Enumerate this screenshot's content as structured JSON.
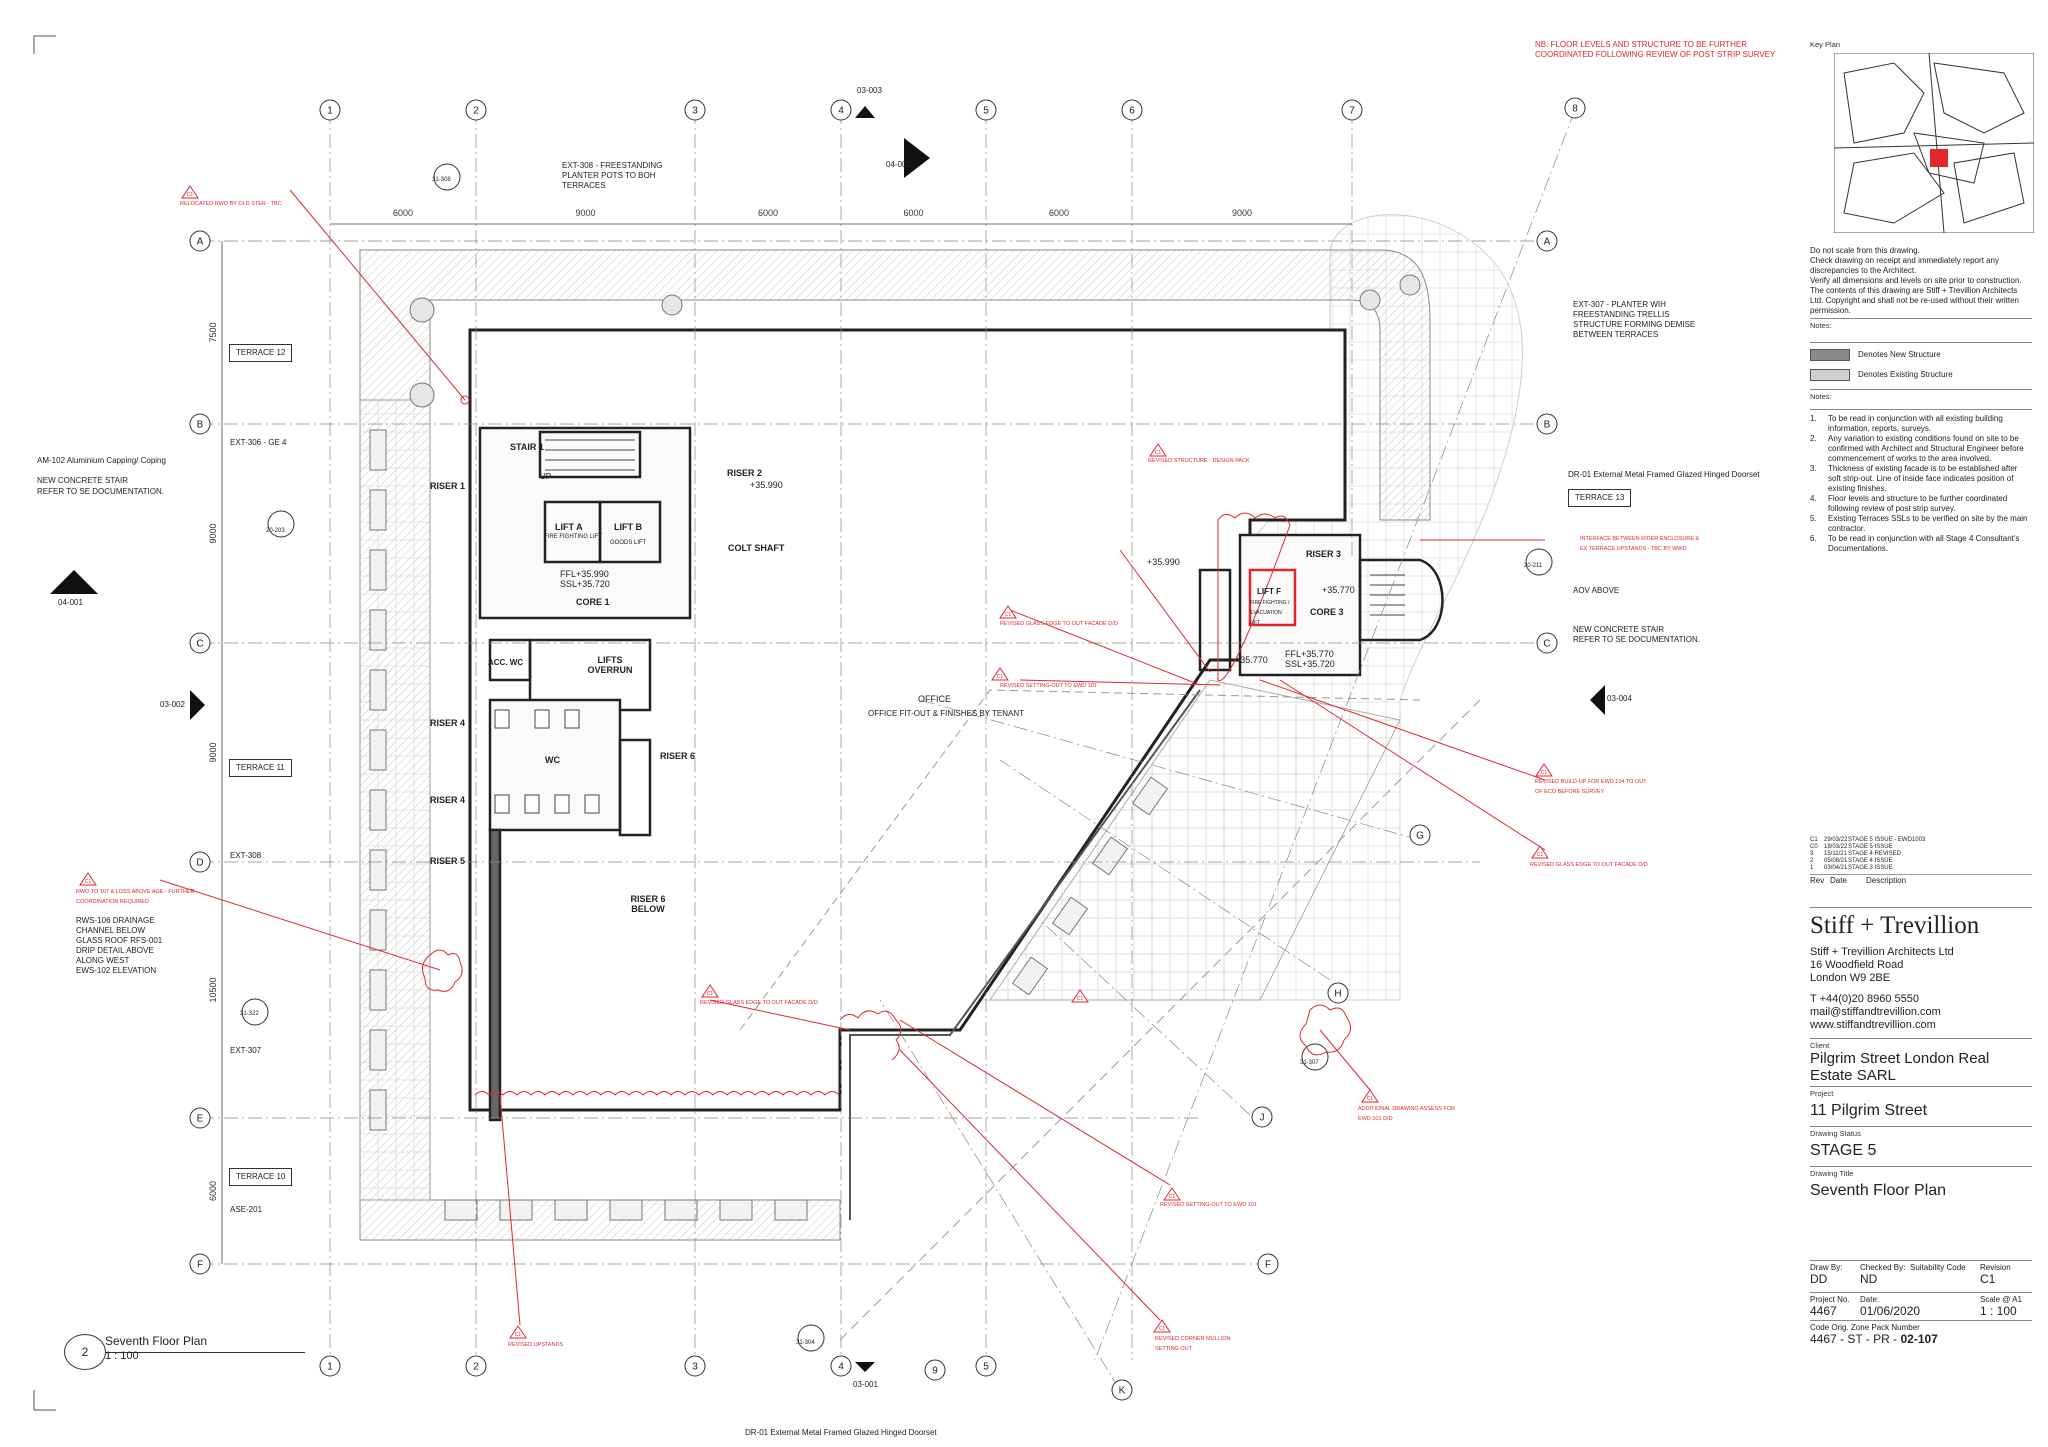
{
  "header_note": [
    "NB: FLOOR LEVELS AND STRUCTURE TO BE FURTHER",
    "COORDINATED FOLLOWING REVIEW OF POST STRIP SURVEY"
  ],
  "grid": {
    "numbers": [
      "1",
      "2",
      "3",
      "4",
      "5",
      "6",
      "7",
      "8",
      "9"
    ],
    "letters": [
      "A",
      "B",
      "C",
      "D",
      "E",
      "F",
      "G",
      "H",
      "J",
      "K"
    ],
    "dims_top": [
      "6000",
      "9000",
      "6000",
      "6000",
      "6000",
      "9000"
    ],
    "dims_left": [
      "7500",
      "9000",
      "9000",
      "10500",
      "6000"
    ]
  },
  "rooms": {
    "stair1": "STAIR 1",
    "riser1": "RISER 1",
    "riser2": "RISER 2",
    "lifta": "LIFT A",
    "liftb": "LIFT B",
    "fire_lift": "FIRE FIGHTING LIFT",
    "goods_lift": "GOODS LIFT",
    "core1": "CORE 1",
    "ffl1": "FFL+35.990",
    "ssl1": "SSL+35.720",
    "colt": "COLT SHAFT",
    "lifts_overrun": "LIFTS OVERRUN",
    "acc_wc": "ACC. WC",
    "riser4": "RISER 4",
    "riser4b": "RISER 4",
    "riser5": "RISER 5",
    "riser6": "RISER 6",
    "riser6_below": "RISER 6 BELOW",
    "wc": "WC",
    "office": "OFFICE",
    "office_sub": "OFFICE FIT-OUT & FINISHES BY TENANT",
    "riser3": "RISER 3",
    "liftf": "LIFT F",
    "liftf_sub": "FIRE FIGHTING / EVACUATION LIFT",
    "core3": "CORE 3",
    "ffl3": "FFL+35.770",
    "ssl3": "SSL+35.720",
    "lvl_35990": "+35.990",
    "lvl_35990b": "+35.990",
    "lvl_35770": "+35.770",
    "lvl_35770b": "+35.770",
    "up": "UP"
  },
  "terraces": [
    "TERRACE 12",
    "TERRACE 11",
    "TERRACE 10",
    "TERRACE 13"
  ],
  "callouts_left": {
    "ext306": "EXT-306 - GE 4",
    "am102": "AM-102  Aluminium Capping/ Coping",
    "stair_a": "NEW CONCRETE STAIR",
    "stair_b": "REFER TO SE DOCUMENTATION.",
    "ext308": "EXT-308",
    "rws": [
      "RWS-106 DRAINAGE",
      "CHANNEL BELOW",
      "GLASS ROOF RFS-001",
      "DRIP DETAIL ABOVE",
      "ALONG WEST",
      "EWS-102 ELEVATION"
    ],
    "ext307": "EXT-307",
    "ase201": "ASE-201"
  },
  "callouts_right": {
    "ext307": [
      "EXT-307 - PLANTER WIH",
      "FREESTANDING TRELLIS",
      "STRUCTURE FORMING DEMISE",
      "BETWEEN TERRACES"
    ],
    "dr01": "DR-01    External Metal Framed Glazed Hinged Doorset",
    "aov": "AOV ABOVE",
    "stair": [
      "NEW CONCRETE STAIR",
      "REFER TO SE DOCUMENTATION."
    ],
    "dr01_bottom": "DR-01    External Metal Framed Glazed Hinged Doorset"
  },
  "callout_top": [
    "EXT-308 - FREESTANDING",
    "PLANTER POTS TO BOH",
    "TERRACES"
  ],
  "section_marks": [
    "04-001",
    "03-002",
    "03-004",
    "03-003",
    "04-002",
    "03-001"
  ],
  "detail_marks": [
    "31-308",
    "20-203",
    "31-322",
    "31-307",
    "20-211",
    "31-304"
  ],
  "revision_notes": [
    "RELOCATED RWO BY OLD STER - TBC",
    "REVISED STRUCTURE - DESIGN PACK",
    "INTERFACE BETWEEN RIDER ENCLOSURE & EX TERRACE UPSTANDS - TBC BY WWD",
    "REVISED GLASS EDGE TO OUT FACADE D/D",
    "REVISED SETTING-OUT TO EWD 101",
    "REVISED BUILD-UP FOR EWD 104 TO OUT OF ECO BEFORE SURVEY",
    "REVISED GLASS EDGE TO OUT FACADE D/D",
    "RWO TO 107 & LOSS ABOVE AGE - FURTHER COORDINATION REQUIRED",
    "REVISED GLASS EDGE TO OUT FACADE D/D",
    "ADDITIONAL DRAWING ASSESS FOR EWD 101 D/D",
    "REVISED SETTING-OUT TO EWD 101",
    "REVISED UPSTANDS",
    "REVISED CORNER MULLION SETTING OUT"
  ],
  "rev_tag": "C1",
  "plan_title": {
    "number": "2",
    "name": "Seventh Floor Plan",
    "scale": "1 : 100"
  },
  "title_block": {
    "key_plan": "Key Plan",
    "disclaimer": [
      "Do not scale from this drawing.",
      "Check drawing on receipt and immediately report any discrepancies to the Architect.",
      "Verify all dimensions and levels on site prior to construction.",
      "The contents of this drawing are Stiff + Trevillion Architects Ltd. Copyright and shall not be re-used without their written permission."
    ],
    "notes_label": "Notes:",
    "legend": [
      {
        "label": "Denotes New Structure"
      },
      {
        "label": "Denotes Existing Structure"
      }
    ],
    "notes_label2": "Notes:",
    "notes": [
      {
        "n": "1.",
        "t": "To be read in conjunction with all existing building information, reports, surveys."
      },
      {
        "n": "2.",
        "t": "Any variation to existing conditions found on site to be confirmed with Architect and Structural Engineer before commencement of works to the area involved."
      },
      {
        "n": "3.",
        "t": "Thickness of existing facade is to be established after soft strip-out. Line of inside face indicates position of existing finishes."
      },
      {
        "n": "4.",
        "t": "Floor levels and structure to be further coordinated following review of post strip survey."
      },
      {
        "n": "5.",
        "t": "Existing Terraces SSLs to be verified on site by the main contractor."
      },
      {
        "n": "6.",
        "t": "To be read in conjunction with all Stage 4 Consultant's Documentations."
      }
    ],
    "revisions": [
      {
        "rev": "C1",
        "date": "29/03/22",
        "desc": "STAGE 5 ISSUE - EWD1003"
      },
      {
        "rev": "C0",
        "date": "18/03/22",
        "desc": "STAGE 5 ISSUE"
      },
      {
        "rev": "3",
        "date": "15/11/21",
        "desc": "STAGE 4 REVISED"
      },
      {
        "rev": "2",
        "date": "05/08/21",
        "desc": "STAGE 4 ISSUE"
      },
      {
        "rev": "1",
        "date": "03/04/21",
        "desc": "STAGE 3 ISSUE"
      }
    ],
    "rev_headers": [
      "Rev",
      "Date",
      "Description"
    ],
    "firm_logo": "Stiff + Trevillion",
    "firm": [
      "Stiff + Trevillion Architects Ltd",
      "16 Woodfield Road",
      "London W9 2BE"
    ],
    "contact": [
      "T +44(0)20 8960 5550",
      "mail@stiffandtrevillion.com",
      "www.stiffandtrevillion.com"
    ],
    "client_label": "Client",
    "client": [
      "Pilgrim Street London Real",
      "Estate SARL"
    ],
    "project_label": "Project",
    "project": "11 Pilgrim Street",
    "status_label": "Drawing Status",
    "status": "STAGE 5",
    "title_label": "Drawing Title",
    "title": "Seventh Floor Plan",
    "drawn_by_label": "Draw By:",
    "drawn_by": "DD",
    "checked_by_label": "Checked By:",
    "checked_by": "ND",
    "suit_label": "Suitability Code",
    "revision_label": "Revision",
    "revision": "C1",
    "projno_label": "Project No.",
    "projno": "4467",
    "date_label": "Date:",
    "date": "01/06/2020",
    "scale_label": "Scale @ A1",
    "scale": "1 : 100",
    "code_label": "Code    Orig.  Zone  Pack  Number",
    "code": "4467 - ST - PR - ",
    "code_bold": "02-107"
  },
  "colors": {
    "line": "#222222",
    "grid": "#333333",
    "revision": "#e3262b",
    "hatch": "#bdbdbd",
    "legend_new": "#8a8a8a",
    "legend_exist": "#cfcfcf",
    "keyplan_highlight": "#e3262b"
  }
}
